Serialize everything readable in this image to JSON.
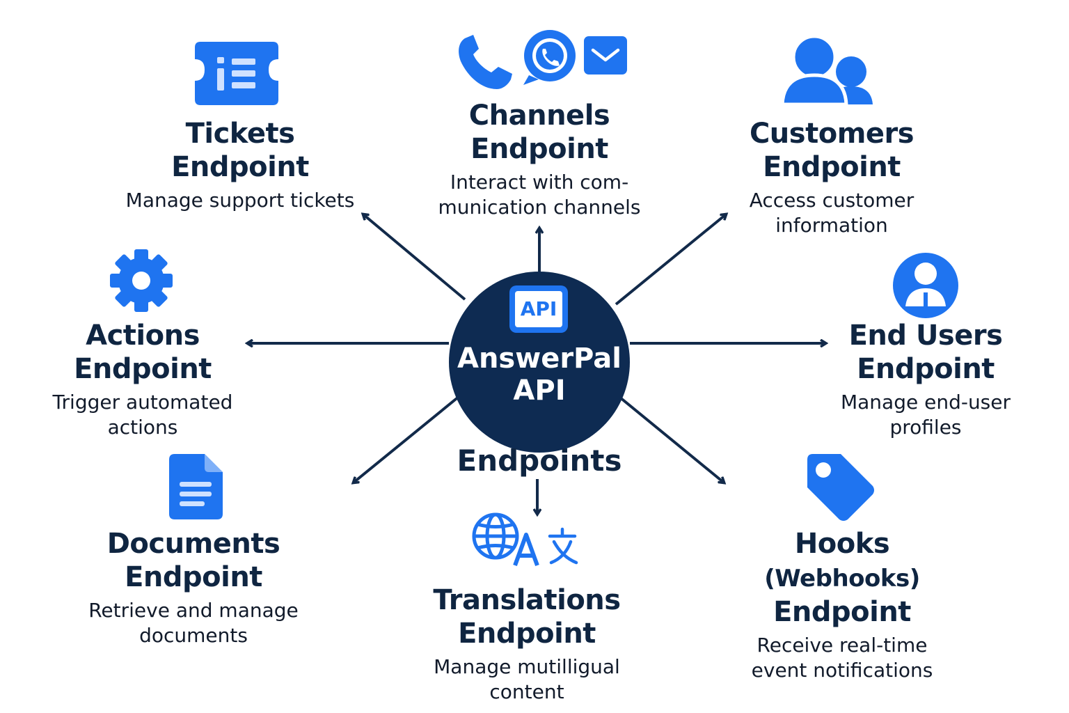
{
  "hub": {
    "badge": "API",
    "title_line1": "AnswerPal",
    "title_line2": "API"
  },
  "endpoints_label": "Endpoints",
  "nodes": {
    "tickets": {
      "title1": "Tickets",
      "title2": "Endpoint",
      "desc1": "Manage support tickets",
      "desc2": ""
    },
    "channels": {
      "title1": "Channels",
      "title2": "Endpoint",
      "desc1": "Interact with com-",
      "desc2": "munication channels"
    },
    "customers": {
      "title1": "Customers",
      "title2": "Endpoint",
      "desc1": "Access customer",
      "desc2": "information"
    },
    "actions": {
      "title1": "Actions",
      "title2": "Endpoint",
      "desc1": "Trigger automated",
      "desc2": "actions"
    },
    "end_users": {
      "title1": "End Users",
      "title2": "Endpoint",
      "desc1": "Manage end-user",
      "desc2": "profiles"
    },
    "documents": {
      "title1": "Documents",
      "title2": "Endpoint",
      "desc1": "Retrieve and manage",
      "desc2": "documents"
    },
    "translations": {
      "title1": "Translations",
      "title2": "Endpoint",
      "desc1": "Manage mutilligual",
      "desc2": "content"
    },
    "hooks": {
      "title1": "Hooks",
      "title1_suffix": "(Webhooks)",
      "title2": "Endpoint",
      "desc1": "Receive real-time",
      "desc2": "event notifications"
    }
  },
  "icons": {
    "tickets": "ticket-icon",
    "channels": [
      "phone-icon",
      "whatsapp-icon",
      "mail-icon"
    ],
    "customers": "users-icon",
    "actions": "gear-icon",
    "end_users": "user-circle-icon",
    "documents": "document-icon",
    "translations": "globe-translate-icon",
    "hooks": "tag-icon"
  },
  "colors": {
    "accent": "#1f74f0",
    "navy": "#0e2b52",
    "text": "#0f2541",
    "arrow": "#122a4a"
  }
}
